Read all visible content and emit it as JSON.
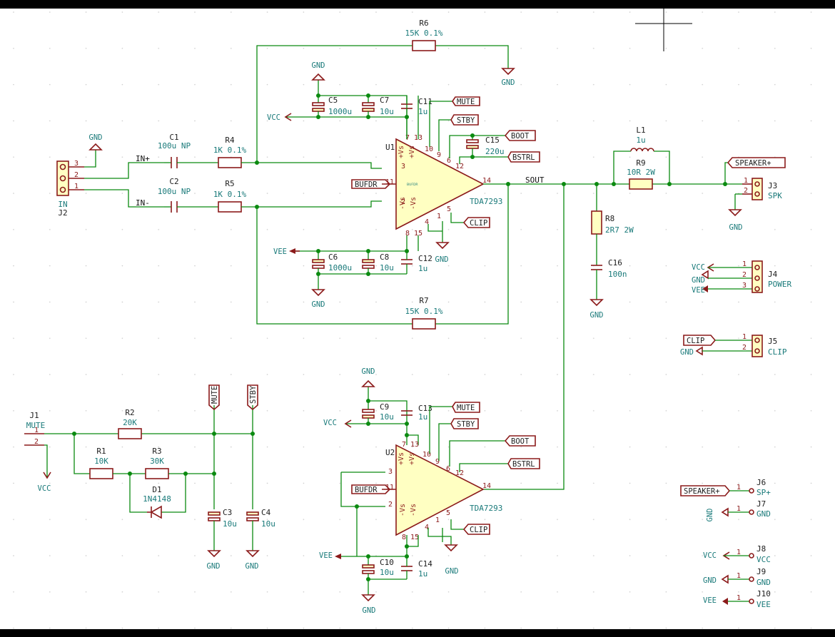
{
  "components": {
    "R6": {
      "ref": "R6",
      "value": "15K 0.1%"
    },
    "R7": {
      "ref": "R7",
      "value": "15K 0.1%"
    },
    "R4": {
      "ref": "R4",
      "value": "1K 0.1%"
    },
    "R5": {
      "ref": "R5",
      "value": "1K 0.1%"
    },
    "C1": {
      "ref": "C1",
      "value": "100u NP"
    },
    "C2": {
      "ref": "C2",
      "value": "100u NP"
    },
    "C5": {
      "ref": "C5",
      "value": "1000u"
    },
    "C7": {
      "ref": "C7",
      "value": "10u"
    },
    "C11": {
      "ref": "C11",
      "value": "1u"
    },
    "C6": {
      "ref": "C6",
      "value": "1000u"
    },
    "C8": {
      "ref": "C8",
      "value": "10u"
    },
    "C12": {
      "ref": "C12",
      "value": "1u"
    },
    "C15": {
      "ref": "C15",
      "value": "220u"
    },
    "U1": {
      "ref": "U1",
      "value": "TDA7293"
    },
    "U2": {
      "ref": "U2",
      "value": "TDA7293"
    },
    "L1": {
      "ref": "L1",
      "value": "1u"
    },
    "R9": {
      "ref": "R9",
      "value": "10R 2W"
    },
    "R8": {
      "ref": "R8",
      "value": "2R7 2W"
    },
    "C16": {
      "ref": "C16",
      "value": "100n"
    },
    "J2": {
      "ref": "J2",
      "value": "IN"
    },
    "J3": {
      "ref": "J3",
      "value": "SPK"
    },
    "J4": {
      "ref": "J4",
      "value": "POWER"
    },
    "J5": {
      "ref": "J5",
      "value": "CLIP"
    },
    "J1": {
      "ref": "J1",
      "value": "MUTE"
    },
    "R2": {
      "ref": "R2",
      "value": "20K"
    },
    "R1": {
      "ref": "R1",
      "value": "10K"
    },
    "R3": {
      "ref": "R3",
      "value": "30K"
    },
    "D1": {
      "ref": "D1",
      "value": "1N4148"
    },
    "C3": {
      "ref": "C3",
      "value": "10u"
    },
    "C4": {
      "ref": "C4",
      "value": "10u"
    },
    "C9": {
      "ref": "C9",
      "value": "10u"
    },
    "C13": {
      "ref": "C13",
      "value": "1u"
    },
    "C10": {
      "ref": "C10",
      "value": "10u"
    },
    "C14": {
      "ref": "C14",
      "value": "1u"
    },
    "J6": {
      "ref": "J6",
      "value": "SP+"
    },
    "J7": {
      "ref": "J7",
      "value": "GND"
    },
    "J8": {
      "ref": "J8",
      "value": "VCC"
    },
    "J9": {
      "ref": "J9",
      "value": "GND"
    },
    "J10": {
      "ref": "J10",
      "value": "VEE"
    }
  },
  "power": {
    "gnd": "GND",
    "vcc": "VCC",
    "vee": "VEE"
  },
  "nets": {
    "in_plus": "IN+",
    "in_minus": "IN-",
    "sout": "SOUT",
    "mute": "MUTE",
    "stby": "STBY",
    "boot": "BOOT",
    "bstrl": "BSTRL",
    "bufdr": "BUFDR",
    "clip": "CLIP",
    "speaker_plus": "SPEAKER+"
  },
  "pins": {
    "p1": "1",
    "p2": "2",
    "p3": "3",
    "p4": "4",
    "p5": "5",
    "p6": "6",
    "p7": "7",
    "p8": "8",
    "p9": "9",
    "p10": "10",
    "p11": "11",
    "p12": "12",
    "p13": "13",
    "p14": "14",
    "p15": "15",
    "vs_plus": "+Vs",
    "vs_minus": "-Vs"
  },
  "colors": {
    "wire": "#0b8a10",
    "symbol": "#8b1a1a",
    "body_fill": "#ffffc2",
    "value_text": "#1a7a7a"
  }
}
